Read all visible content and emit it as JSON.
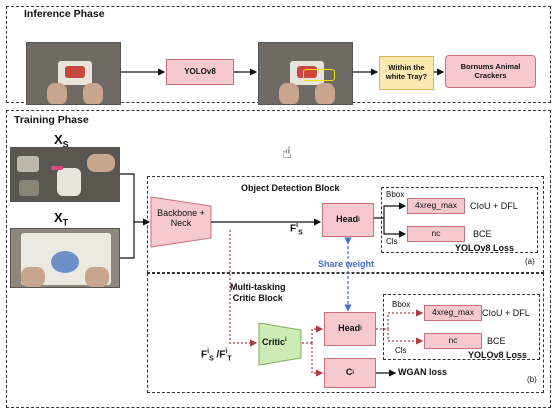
{
  "inference": {
    "title": "Inference Phase",
    "model": "YOLOv8",
    "question": "Within the white Tray?",
    "result": "Bornums Animal Crackers"
  },
  "training": {
    "title": "Training Phase",
    "xs": {
      "base": "X",
      "sub": "S"
    },
    "xt": {
      "base": "X",
      "sub": "T"
    },
    "backbone": "Backbone + Neck",
    "odb": {
      "title": "Object Detection Block",
      "head": {
        "base": "Head",
        "sup": "i"
      },
      "fs": {
        "base": "F",
        "sup": "i",
        "sub": "S"
      },
      "bbox": "Bbox",
      "cls": "Cls",
      "reg": "4xreg_max",
      "reg_loss": "CIoU + DFL",
      "nc": "nc",
      "nc_loss": "BCE",
      "loss": "YOLOv8 Loss",
      "tag": "(a)"
    },
    "share": "Share weight",
    "critic_block": {
      "title_line1": "Multi-tasking",
      "title_line2": "Critic Block",
      "critic": {
        "base": "Critic",
        "sup": "i"
      },
      "head": {
        "base": "Head",
        "sup": "i"
      },
      "c": {
        "base": "C",
        "sup": "i"
      },
      "input": {
        "f1": "F",
        "sup1": "i",
        "sub1": "S",
        "sep": " /F",
        "sup2": "i",
        "sub2": "T"
      },
      "bbox": "Bbox",
      "cls": "Cls",
      "reg": "4xreg_max",
      "reg_loss": "CIoU + DFL",
      "nc": "nc",
      "nc_loss": "BCE",
      "loss": "YOLOv8 Loss",
      "wgan": "WGAN loss",
      "tag": "(b)"
    }
  },
  "colors": {
    "pink": "#f6c9cf",
    "green": "#cdebb4",
    "yellow": "#fbe9b0",
    "blue": "#3d6fd0",
    "dotted_red": "#b23a48"
  },
  "icons": [
    "hand-cursor-icon"
  ]
}
